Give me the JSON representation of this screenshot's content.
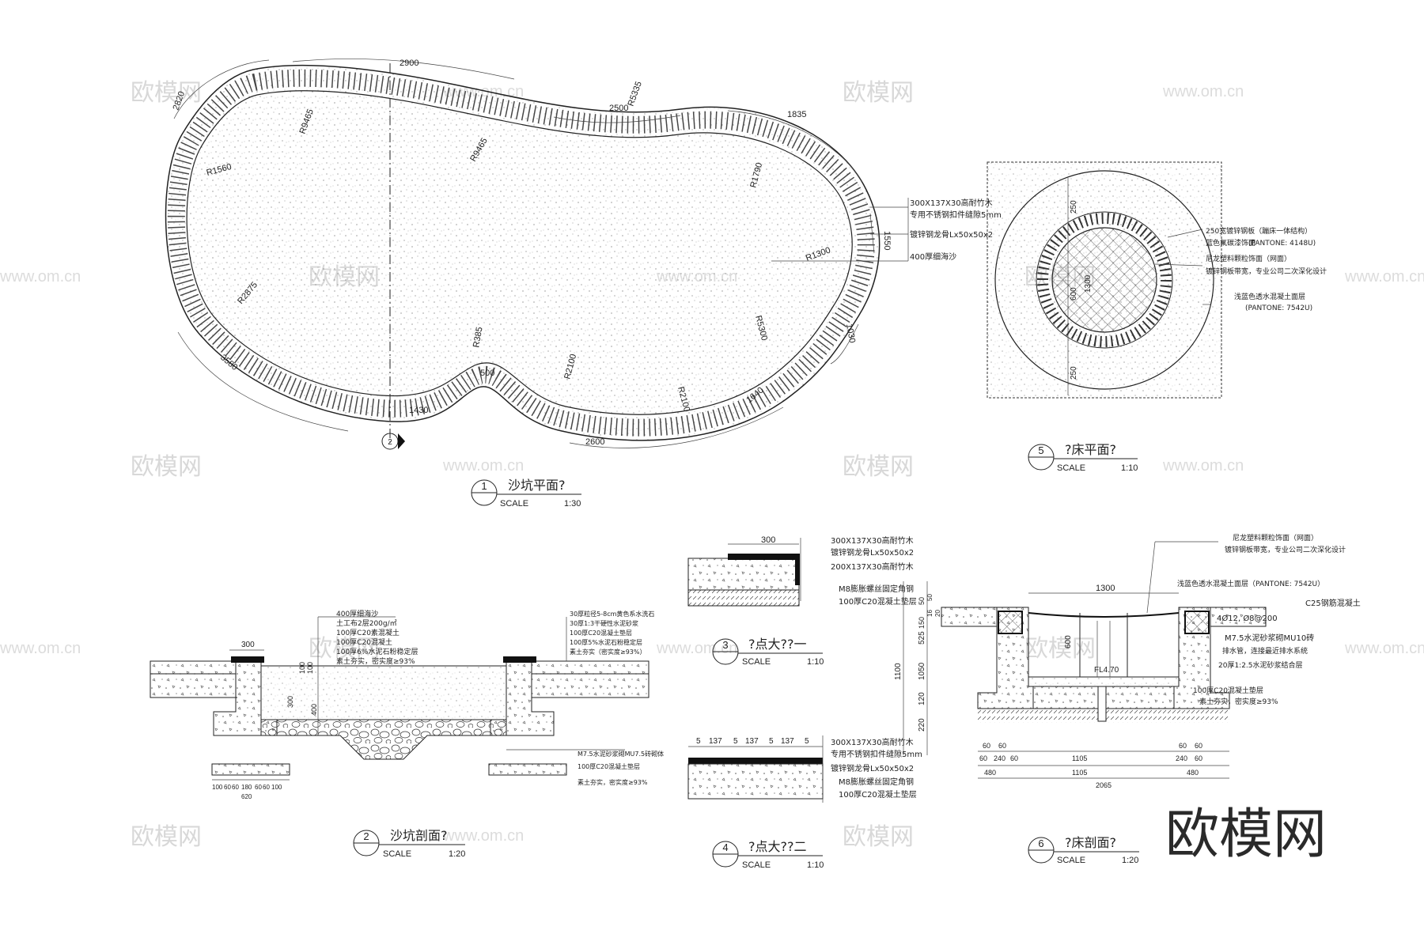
{
  "watermark": {
    "logo": "欧模网",
    "url": "www.om.cn",
    "brand_large": "欧模网"
  },
  "plan1": {
    "num": "1",
    "title": "沙坑平面?",
    "scale_label": "SCALE",
    "scale": "1:30",
    "dims": [
      "2900",
      "2820",
      "R5335",
      "2500",
      "1835",
      "R9465",
      "R9465",
      "R1560",
      "R1790",
      "1550",
      "R1300",
      "R2875",
      "R5300",
      "1030",
      "3580",
      "R385",
      "500",
      "R2100",
      "R2100",
      "1640",
      "1430",
      "2600"
    ],
    "section_mark": "2",
    "notes": [
      "300X137X30高耐竹木",
      "专用不锈钢扣件缝隙5mm",
      "镀锌钢龙骨Lx50x50x2",
      "400厚细海沙"
    ]
  },
  "plan5": {
    "num": "5",
    "title": "?床平面?",
    "scale_label": "SCALE",
    "scale": "1:10",
    "dims": [
      "250",
      "600",
      "1300",
      "250"
    ],
    "notes": [
      "250宽镀锌钢板（蹦床一体结构）",
      "蓝色氟碳漆饰面",
      "(PANTONE: 4148U)",
      "尼龙塑料颗粒饰面（网面）",
      "镀锌钢板带宽，专业公司二次深化设计",
      "浅蓝色透水混凝土面层",
      "(PANTONE: 7542U)"
    ]
  },
  "sec2": {
    "num": "2",
    "title": "沙坑剖面?",
    "scale_label": "SCALE",
    "scale": "1:20",
    "notes_left": [
      "400厚细海沙",
      "土工布2层200g/㎡",
      "100厚C20素混凝土",
      "100厚C20混凝土",
      "100厚6%水泥石粉稳定层",
      "素土夯实，密实度≥93%"
    ],
    "notes_right": [
      "30厚粒径5-8cm黄色系水洗石",
      "30厚1:3干硬性水泥砂浆",
      "100厚C20混凝土垫层",
      "100厚5%水泥石粉稳定层",
      "素土夯实（密实度≥93%）"
    ],
    "notes_bottom": [
      "M7.5水泥砂浆砌MU7.5砖砌体",
      "100厚C20混凝土垫层",
      "素土夯实，密实度≥93%"
    ],
    "dims": [
      "300",
      "100",
      "100",
      "300",
      "400"
    ],
    "bottom_dims": [
      "100",
      "60",
      "60",
      "180",
      "60",
      "60",
      "100",
      "620"
    ]
  },
  "det3": {
    "num": "3",
    "title": "?点大??一",
    "scale_label": "SCALE",
    "scale": "1:10",
    "dim": "300",
    "notes": [
      "300X137X30高耐竹木",
      "镀锌钢龙骨Lx50x50x2",
      "200X137X30高耐竹木",
      "M8膨胀螺丝固定角钢",
      "100厚C20混凝土垫层"
    ]
  },
  "det4": {
    "num": "4",
    "title": "?点大??二",
    "scale_label": "SCALE",
    "scale": "1:10",
    "dims": [
      "5",
      "137",
      "5",
      "137",
      "5",
      "137",
      "5"
    ],
    "notes": [
      "300X137X30高耐竹木",
      "专用不锈钢扣件缝隙5mm",
      "镀锌钢龙骨Lx50x50x2",
      "M8膨胀螺丝固定角钢",
      "100厚C20混凝土垫层"
    ]
  },
  "sec6": {
    "num": "6",
    "title": "?床剖面?",
    "scale_label": "SCALE",
    "scale": "1:20",
    "vdims": [
      "1100",
      "1050",
      "525",
      "120",
      "220",
      "50",
      "150",
      "16",
      "20",
      "50"
    ],
    "inner": [
      "600",
      "FL4.70"
    ],
    "top_dim": "1300",
    "notes": [
      "尼龙塑料颗粒饰面（网面）",
      "镀锌钢板带宽，专业公司二次深化设计",
      "浅蓝色透水混凝土面层（PANTONE: 7542U）",
      "C25钢筋混凝土",
      "4Ø12, Ø8@200",
      "M7.5水泥砂浆砌MU10砖",
      "排水管，连接最近排水系统",
      "20厚1:2.5水泥砂浆结合层",
      "100厚C20混凝土垫层",
      "素土夯实，密实度≥93%"
    ],
    "bottom_dims": [
      "60",
      "60",
      "60",
      "240",
      "60",
      "480",
      "1105",
      "1105",
      "60",
      "60",
      "240",
      "60",
      "480",
      "2065"
    ]
  }
}
